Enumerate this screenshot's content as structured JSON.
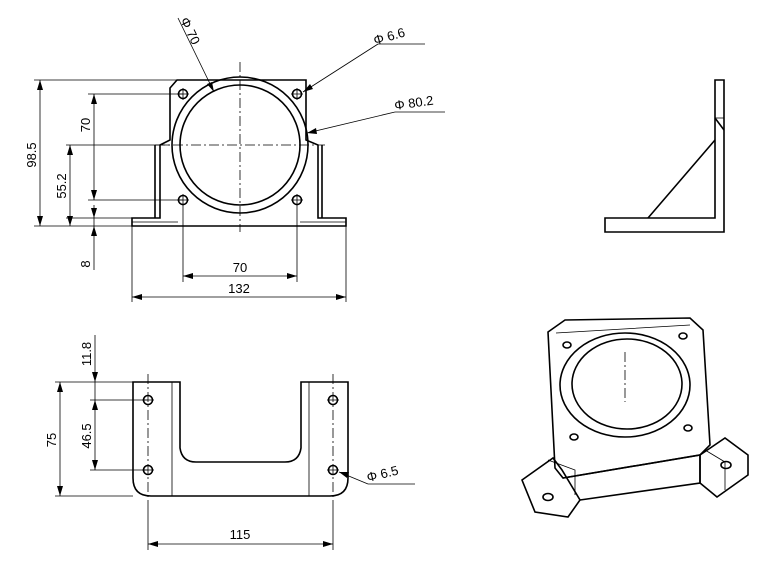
{
  "front_view": {
    "dim_height_total": "98.5",
    "dim_height_center": "55.2",
    "dim_hole_vertical": "70",
    "dim_base_thickness": "8",
    "dim_hole_horizontal": "70",
    "dim_width_total": "132",
    "dim_bore": "Φ 70",
    "dim_hole_dia": "Φ 6.6",
    "dim_pilot_dia": "Φ 80.2"
  },
  "bottom_view": {
    "dim_offset": "11.8",
    "dim_depth_total": "75",
    "dim_hole_spacing_y": "46.5",
    "dim_hole_spacing_x": "115",
    "dim_hole_dia": "Φ 6.5"
  }
}
